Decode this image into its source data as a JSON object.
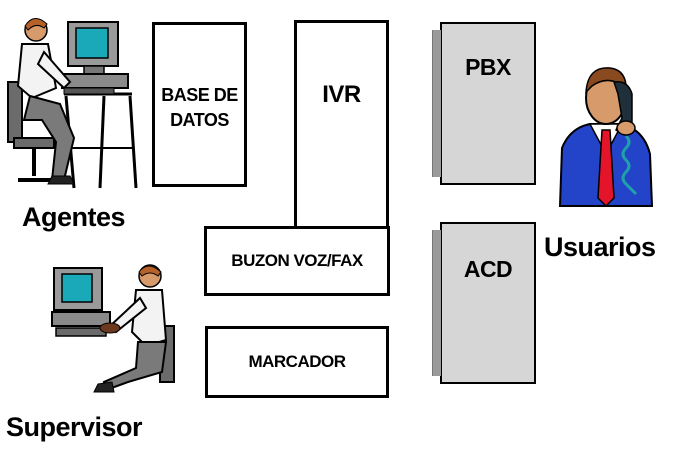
{
  "actors": {
    "agents": "Agentes",
    "supervisor": "Supervisor",
    "users": "Usuarios"
  },
  "components": {
    "database_line1": "BASE DE",
    "database_line2": "DATOS",
    "ivr": "IVR",
    "voicemail_fax": "BUZON VOZ/FAX",
    "dialer": "MARCADOR",
    "pbx": "PBX",
    "acd": "ACD"
  },
  "icons": {
    "agent": "agent-at-computer-icon",
    "supervisor": "supervisor-at-computer-icon",
    "user": "person-on-phone-icon"
  }
}
